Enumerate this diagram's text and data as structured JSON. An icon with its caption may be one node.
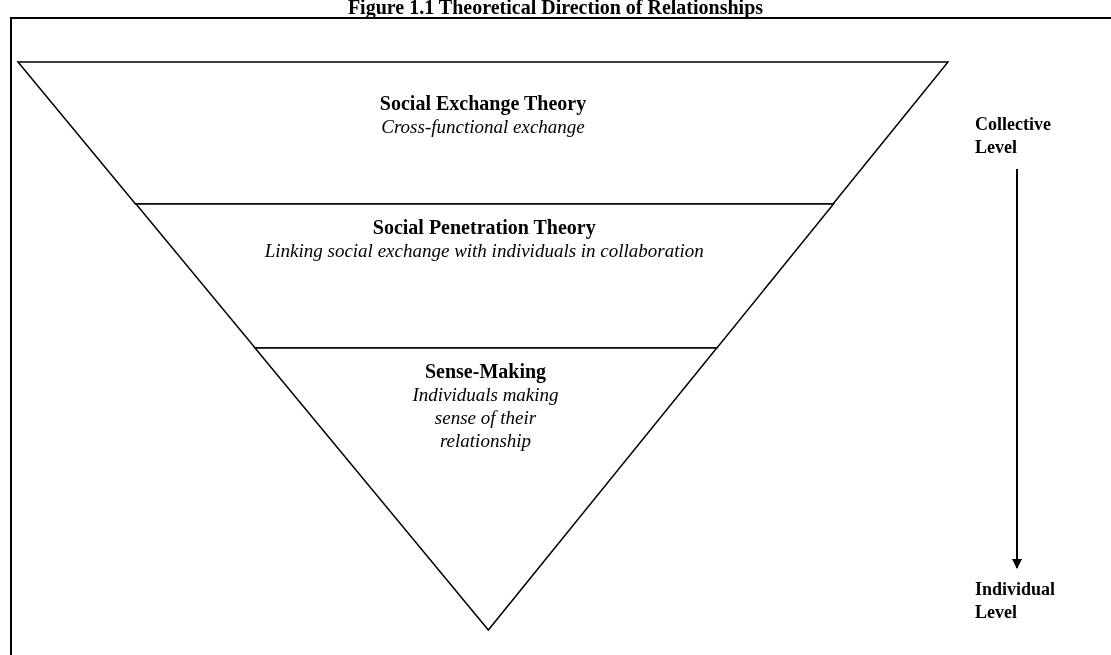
{
  "diagram": {
    "title": "Figure 1.1 Theoretical Direction of Relationships",
    "nodes": [
      {
        "text": [
          "Social Exchange Theory",
          "Cross-functional exchange"
        ]
      },
      {
        "text": [
          "Social Penetration Theory",
          "Linking social exchange with individuals in collaboration"
        ]
      },
      {
        "text": [
          "Sense-Making",
          "Individuals making sense of their relationship"
        ]
      },
      {
        "text": [
          "Collective Level"
        ]
      },
      {
        "text": [
          "Individual Level"
        ]
      }
    ],
    "edges": [
      {
        "from": 3,
        "to": 4,
        "arrow": "to"
      }
    ]
  }
}
